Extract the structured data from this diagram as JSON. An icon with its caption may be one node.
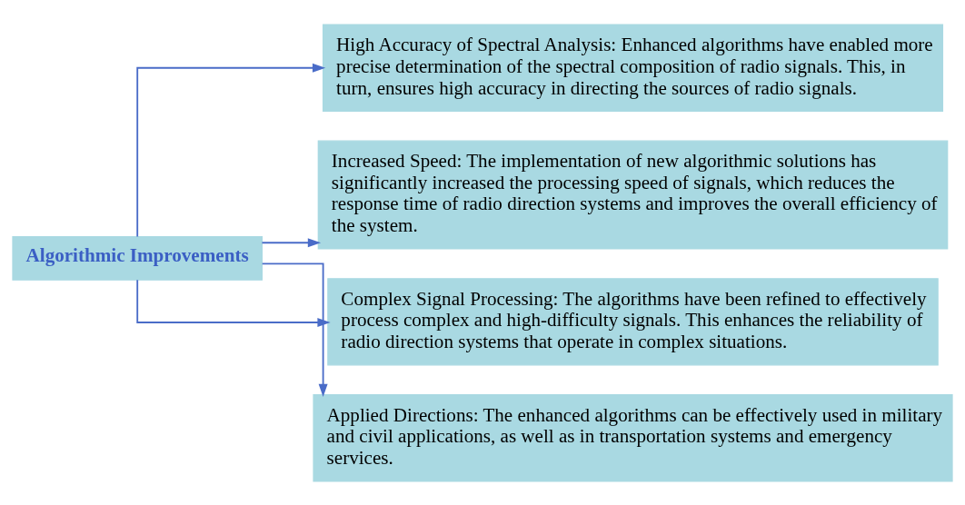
{
  "diagram": {
    "nodes": [
      {
        "text": [
          "Algorithmic Improvements"
        ]
      },
      {
        "text": [
          "High Accuracy of Spectral Analysis: Enhanced algorithms have enabled more precise determination of the spectral composition of radio signals. This, in turn, ensures high accuracy in directing the sources of radio signals."
        ]
      },
      {
        "text": [
          "Increased Speed: The implementation of new algorithmic solutions has significantly increased the processing speed of signals, which reduces the response time of radio direction systems and improves the overall efficiency of the system."
        ]
      },
      {
        "text": [
          "Complex Signal Processing: The algorithms have been refined to effectively process complex and high-difficulty signals. This enhances the reliability of radio direction systems that operate in complex situations."
        ]
      },
      {
        "text": [
          "Applied Directions: The enhanced algorithms can be effectively used in military and civil applications, as well as in transportation systems and emergency services."
        ]
      }
    ],
    "edges": [
      {
        "from": 0,
        "to": 1,
        "arrow": "to"
      },
      {
        "from": 0,
        "to": 2,
        "arrow": "to"
      },
      {
        "from": 0,
        "to": 3,
        "arrow": "to"
      },
      {
        "from": 0,
        "to": 4,
        "arrow": "to"
      }
    ]
  }
}
